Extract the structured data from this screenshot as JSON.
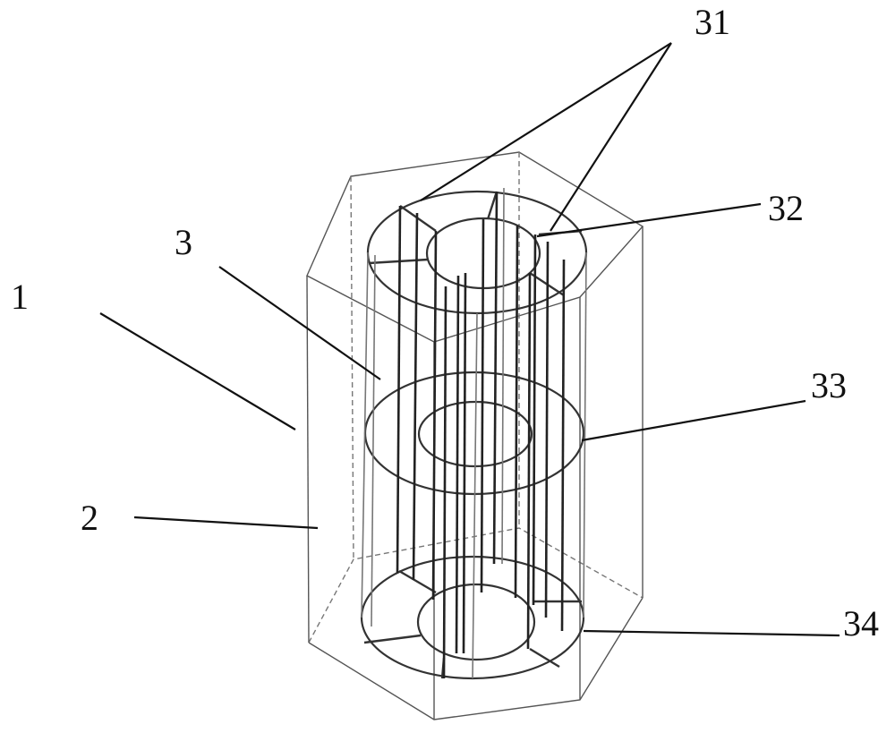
{
  "figure": {
    "labels": {
      "1": "1",
      "2": "2",
      "3": "3",
      "31": "31",
      "32": "32",
      "33": "33",
      "34": "34"
    }
  }
}
